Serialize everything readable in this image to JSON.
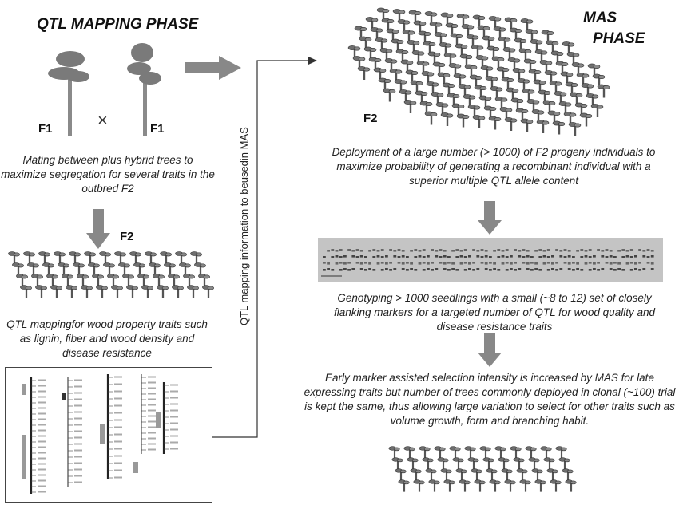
{
  "qtl_phase": {
    "title": "QTL MAPPING PHASE",
    "parent_left": "F1",
    "parent_right": "F1",
    "cross_symbol": "×",
    "mating_caption": "Mating between plus hybrid trees to maximize segregation for several traits in the outbred F2",
    "progeny_label": "F2",
    "mapping_caption": "QTL mappingfor wood property traits such as lignin, fiber and wood density and disease resistance"
  },
  "connector": {
    "label": "QTL mapping information to beusedin MAS"
  },
  "mas_phase": {
    "title_line1": "MAS",
    "title_line2": "PHASE",
    "population_label": "F2",
    "deployment_caption": "Deployment of a large number (> 1000) of F2 progeny individuals to maximize probability of generating a recombinant individual with a superior multiple QTL allele content",
    "genotyping_caption": "Genotyping > 1000 seedlings with a small (~8 to 12) set of closely flanking markers for a targeted number of QTL for wood quality and disease resistance traits",
    "selection_caption": "Early marker assisted selection intensity is increased by MAS for late expressing traits but number of trees commonly deployed in clonal (~100) trial is kept the same, thus allowing large variation to select for other traits such as volume growth, form and branching habit."
  },
  "colors": {
    "arrow": "#888888",
    "tree": "#7a7a7a",
    "dark": "#333333",
    "gel": "#b8b8b8"
  }
}
